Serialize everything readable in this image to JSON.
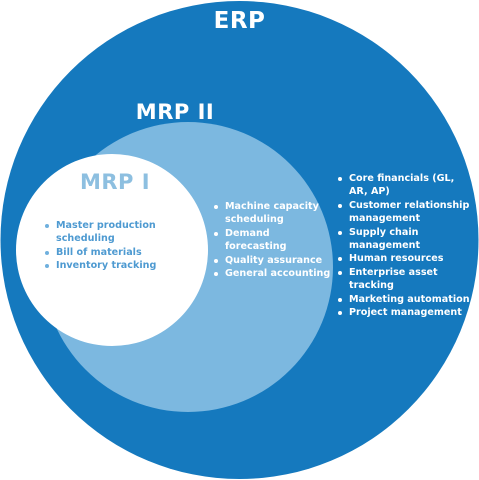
{
  "diagram": {
    "colors": {
      "outer_ring": "#1579be",
      "middle_ring": "#7cb8e0",
      "inner_circle": "#ffffff",
      "mrp1_text": "#4e9ad1"
    },
    "erp": {
      "title": "ERP",
      "items": [
        "Core financials (GL, AR, AP)",
        "Customer relationship management",
        "Supply chain management",
        "Human resources",
        "Enterprise asset tracking",
        "Marketing automation",
        "Project management"
      ]
    },
    "mrp2": {
      "title": "MRP II",
      "items": [
        "Machine capacity scheduling",
        "Demand forecasting",
        "Quality assurance",
        "General accounting"
      ]
    },
    "mrp1": {
      "title": "MRP I",
      "items": [
        "Master production scheduling",
        "Bill of materials",
        "Inventory tracking"
      ]
    }
  }
}
